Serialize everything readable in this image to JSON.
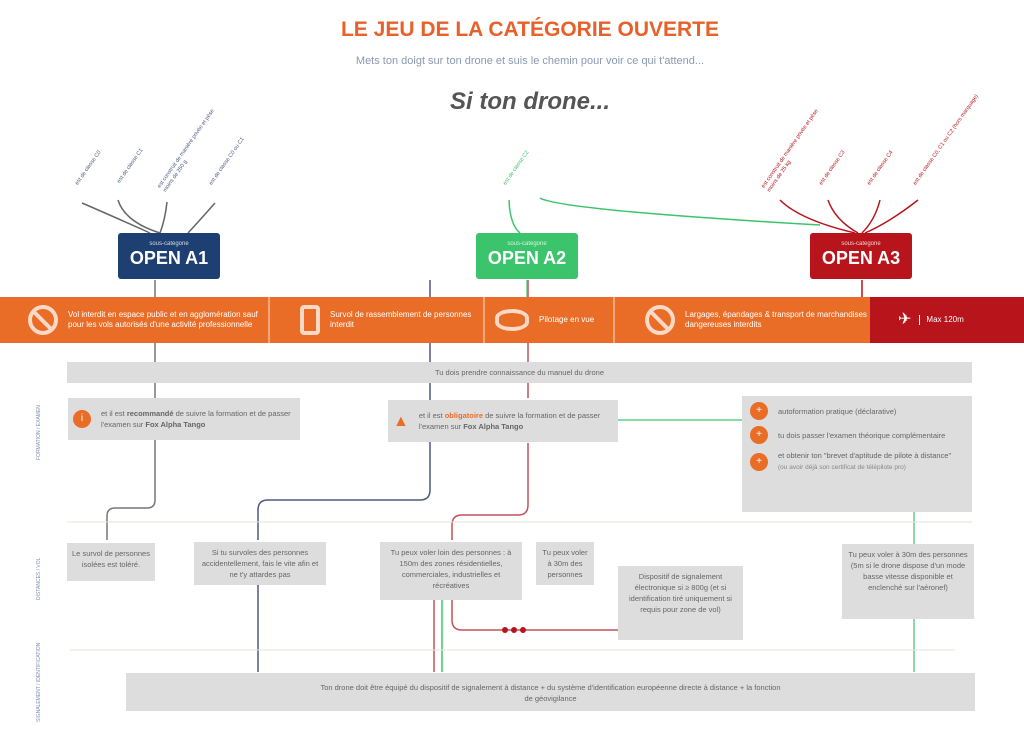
{
  "header": {
    "title": "LE JEU DE LA CATÉGORIE OUVERTE",
    "subtitle": "Mets ton doigt sur ton drone et suis le chemin pour voir ce qui t'attend...",
    "lead": "Si ton drone..."
  },
  "conditions": {
    "a1": [
      "est de classe C0",
      "est de classe C1",
      "est construit de manière privée et pèse moins de 250 g",
      "est de classe C0 ou C1"
    ],
    "a2": [
      "est de classe C2"
    ],
    "a3": [
      "est construit de manière privée et pèse moins de 25 kg",
      "est de classe C3",
      "est de classe C4",
      "est de classe C0, C1 ou C2 (hors marquage)"
    ]
  },
  "badges": [
    {
      "sub": "sous-catégorie",
      "label": "OPEN A1",
      "color": "#1d3f72"
    },
    {
      "sub": "sous-catégorie",
      "label": "OPEN A2",
      "color": "#3cc46d"
    },
    {
      "sub": "sous-catégorie",
      "label": "OPEN A3",
      "color": "#b8141b"
    }
  ],
  "band": [
    "Vol interdit en espace public et en agglomération sauf pour les vols autorisés d'une activité professionnelle",
    "Survol de rassemblement de personnes interdit",
    "Pilotage en vue",
    "Largages, épandages & transport de marchandises dangereuses interdits",
    "Max 120m"
  ],
  "manual": "Tu dois prendre connaissance du manuel du drone",
  "rowlabels": [
    "FORMATION / EXAMEN",
    "DISTANCES / VOL",
    "SIGNALEMENT / IDENTIFICATION"
  ],
  "a1_training": {
    "pre": "et il est ",
    "strong": "recommandé",
    "post": " de suivre la formation et de passer l'examen sur ",
    "site": "Fox Alpha Tango"
  },
  "a2_training": {
    "pre": "et il est ",
    "strong": "obligatoire",
    "post": " de suivre la formation et de passer l'examen sur ",
    "site": "Fox Alpha Tango"
  },
  "a2_extra": [
    "autoformation pratique (déclarative)",
    "tu dois passer l'examen théorique complémentaire",
    "et obtenir ton \"brevet d'aptitude de pilote à distance\""
  ],
  "a2_extra_note": "(ou avoir déjà son certificat de télépilote pro)",
  "distances": [
    "Le survol de personnes isolées est toléré.",
    "Si tu survoles des personnes accidentellement, fais le vite afin et ne t'y attardes pas",
    "Tu peux voler loin des personnes : à 150m des zones résidentielles, commerciales, industrielles et récréatives",
    "Tu peux voler à 30m des personnes",
    "Dispositif de signalement électronique si ≥ 800g (et si identification tiré uniquement si requis pour zone de vol)",
    "Tu peux voler à 30m des personnes (5m si le drone dispose d'un mode basse vitesse disponible et enclenché sur l'aéronef)"
  ],
  "signal": "Ton drone doit être équipé du dispositif de signalement à distance + du système d'identification européenne directe à distance + la fonction de géovigilance"
}
